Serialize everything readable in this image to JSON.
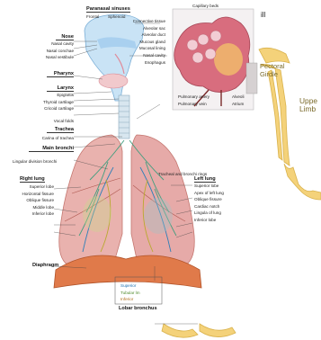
{
  "background_figure": {
    "partial_text_top": "ill",
    "pectoral_girdle": [
      "Pectoral",
      "Girdle"
    ],
    "upper_limb": [
      "Uppe",
      "Limb"
    ]
  },
  "top": {
    "paranasal_sinuses": {
      "heading": "Paranasal sinuses",
      "items": [
        "Frontal",
        "Sphenoid"
      ]
    },
    "nose": {
      "heading": "Nose",
      "items": [
        "Nasal cavity",
        "Nasal conchae",
        "Nasal vestibule"
      ]
    },
    "pharynx": {
      "heading": "Pharynx"
    },
    "larynx": {
      "heading": "Larynx",
      "items": [
        "Epiglottis",
        "Thyroid cartilage",
        "Cricoid cartilage"
      ]
    },
    "vocal_folds": "Vocal folds",
    "trachea": {
      "heading": "Trachea",
      "items": [
        "Carina of trachea"
      ]
    },
    "main_bronchi": "Main bronchi",
    "lingular_bronchi": "Lingular division bronchi"
  },
  "inset": {
    "title": "Capillary beds",
    "left_labels": [
      "Connective tissue",
      "Alveolar sac",
      "Alveolar duct",
      "Mucous gland",
      "Mucosal lining",
      "Nasal cavity",
      "Esophagus"
    ],
    "bottom_labels": [
      "Pulmonary artery",
      "Pulmonary vein",
      "Alveoli",
      "Atrium"
    ],
    "trachea_labels": "Tracheal and bronchi rings"
  },
  "right_lung": {
    "heading": "Right lung",
    "items": [
      "Superior lobe",
      "Horizontal fissure",
      "Oblique fissure",
      "Middle lobe",
      "Inferior lobe"
    ]
  },
  "left_lung": {
    "heading": "Left lung",
    "items": [
      "Superior lobe",
      "Apex of left lung",
      "Oblique fissure",
      "Cardiac notch",
      "Lingula of lung",
      "Inferior lobe"
    ]
  },
  "bottom": {
    "diaphragm": "Diaphragm",
    "lobar_bronchus": "Lobar bronchus",
    "inner_labels": [
      "Superior",
      "Tubular lm",
      "Inferior"
    ]
  }
}
